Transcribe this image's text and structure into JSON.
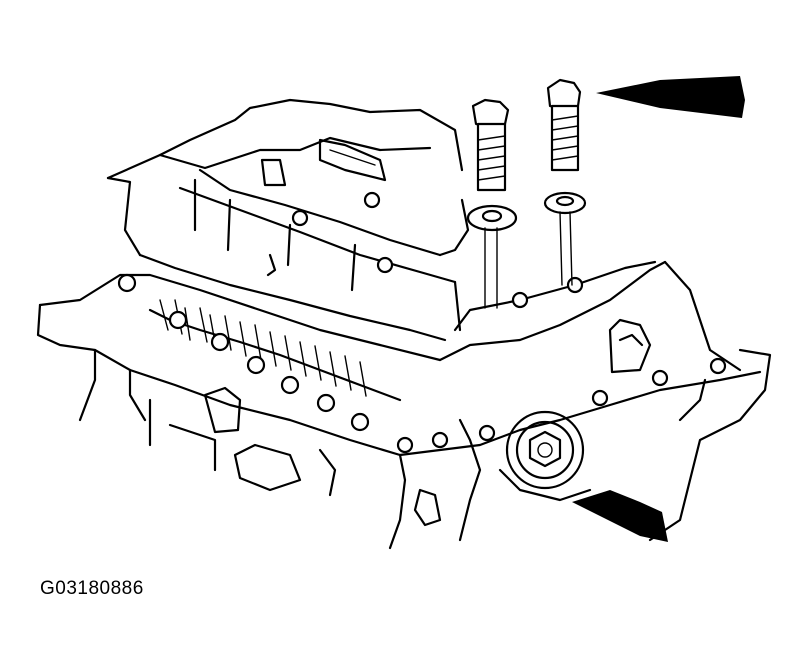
{
  "figure_id": "G03180886",
  "colors": {
    "line": "#000000",
    "background": "#ffffff"
  },
  "callouts": [
    {
      "name": "arrow-top-right",
      "points_to": "bolt-right"
    },
    {
      "name": "arrow-bottom-right",
      "points_to": "drain-plug"
    }
  ]
}
